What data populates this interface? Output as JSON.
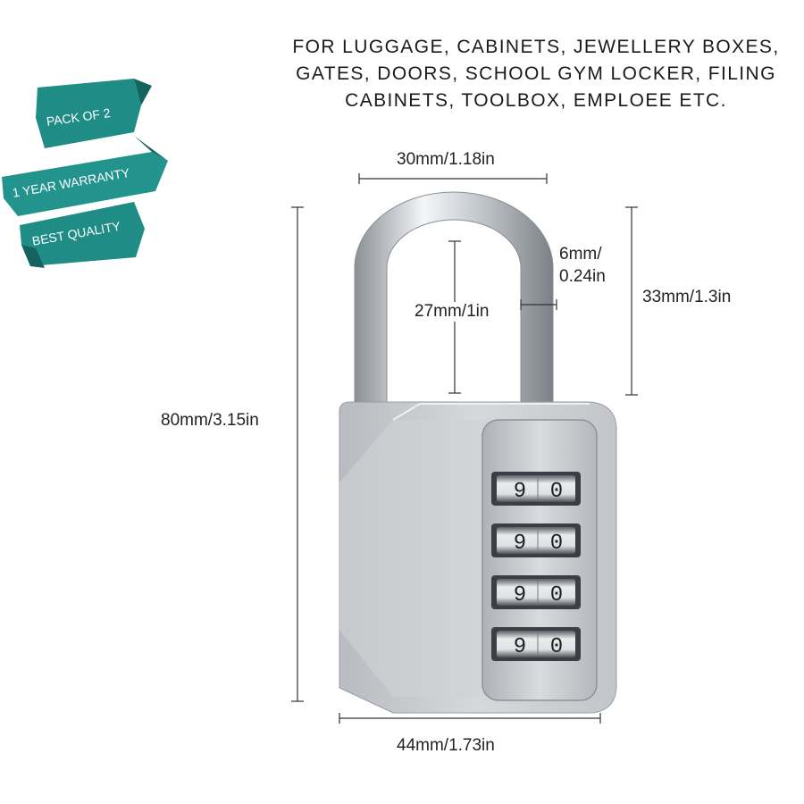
{
  "headline": {
    "line1": "FOR LUGGAGE, CABINETS, JEWELLERY BOXES,",
    "line2": "GATES, DOORS, SCHOOL GYM LOCKER, FILING",
    "line3": "CABINETS, TOOLBOX, EMPLOEE ETC."
  },
  "badges": {
    "pack": "PACK OF 2",
    "warranty": "1 YEAR WARRANTY",
    "quality": "BEST QUALITY"
  },
  "dimensions": {
    "shackle_width": "30mm/1.18in",
    "shackle_diameter_line1": "6mm/",
    "shackle_diameter_line2": "0.24in",
    "inner_height": "27mm/1in",
    "shackle_height": "33mm/1.3in",
    "total_height": "80mm/3.15in",
    "body_width": "44mm/1.73in"
  },
  "dials": {
    "row1": [
      "9",
      "0"
    ],
    "row2": [
      "9",
      "0"
    ],
    "row3": [
      "9",
      "0"
    ],
    "row4": [
      "9",
      "0"
    ]
  },
  "colors": {
    "ribbon": "#1f8c86",
    "ribbon_dark": "#15635f",
    "lock_body": "#c9ccd0",
    "dimension_lines": "#333333"
  }
}
